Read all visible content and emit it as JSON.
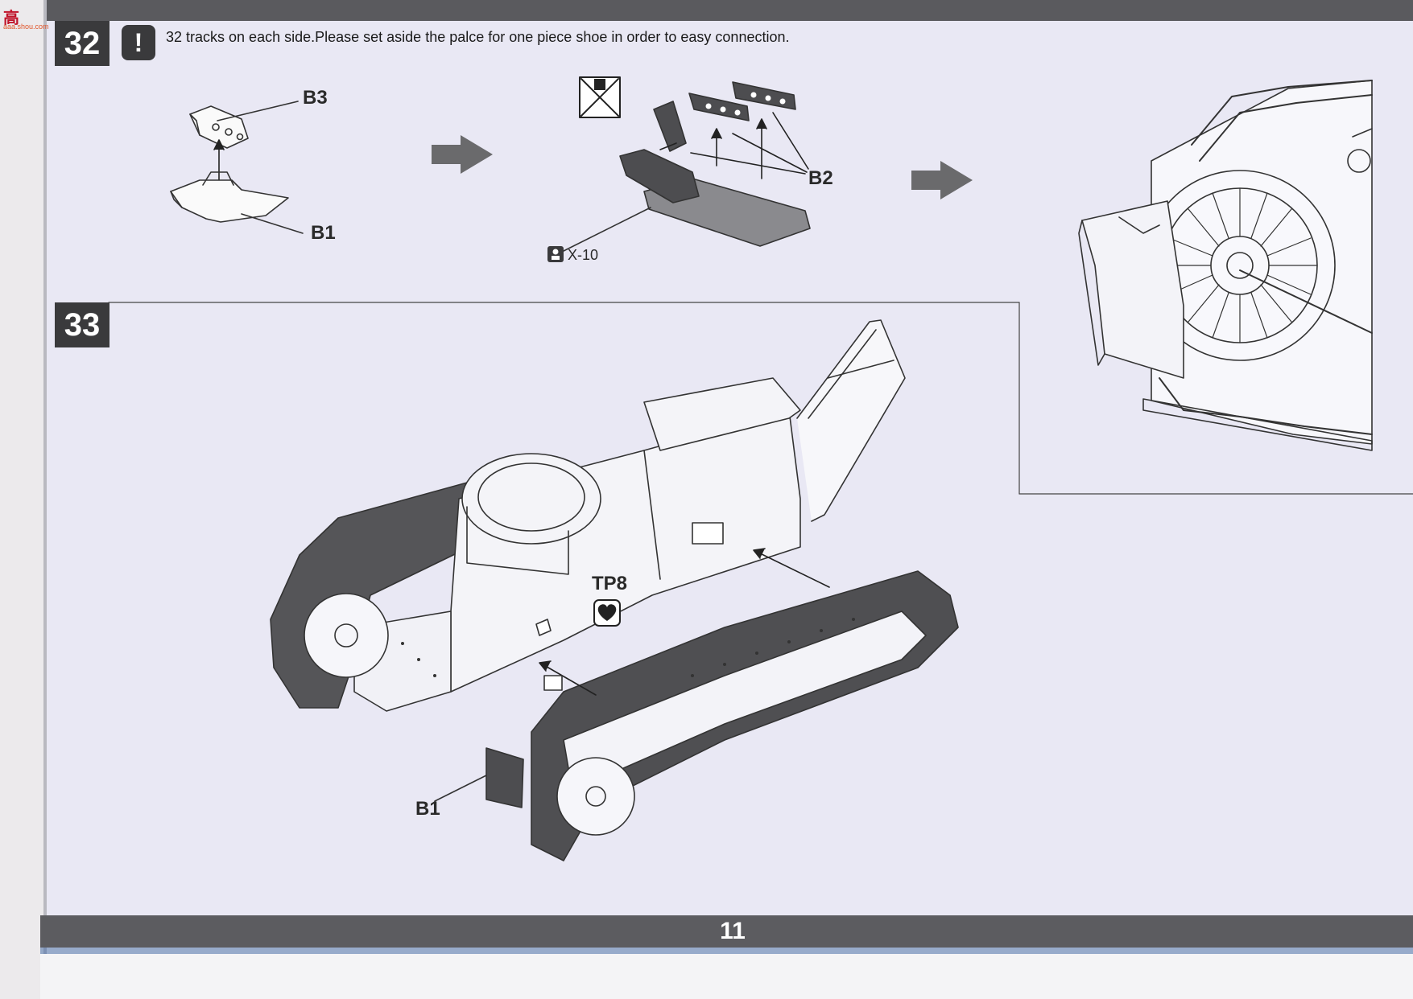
{
  "watermark": {
    "logo_text": "高",
    "logo_sub": "aaa.shou.com"
  },
  "step32": {
    "number": "32",
    "warning_glyph": "!",
    "instruction": "32 tracks on each side.Please set aside the palce for one piece shoe in order to easy connection.",
    "part_labels": {
      "b3": "B3",
      "b1": "B1",
      "b2": "B2"
    },
    "tool_ref": "X-10",
    "icons": [
      "warning-icon",
      "no-glue-icon",
      "tool-icon",
      "arrow-right-icon"
    ]
  },
  "step33": {
    "number": "33",
    "part_labels": {
      "tp8": "TP8",
      "b1": "B1"
    },
    "icons": [
      "heart-parts-icon"
    ]
  },
  "footer": {
    "page_number": "11"
  }
}
